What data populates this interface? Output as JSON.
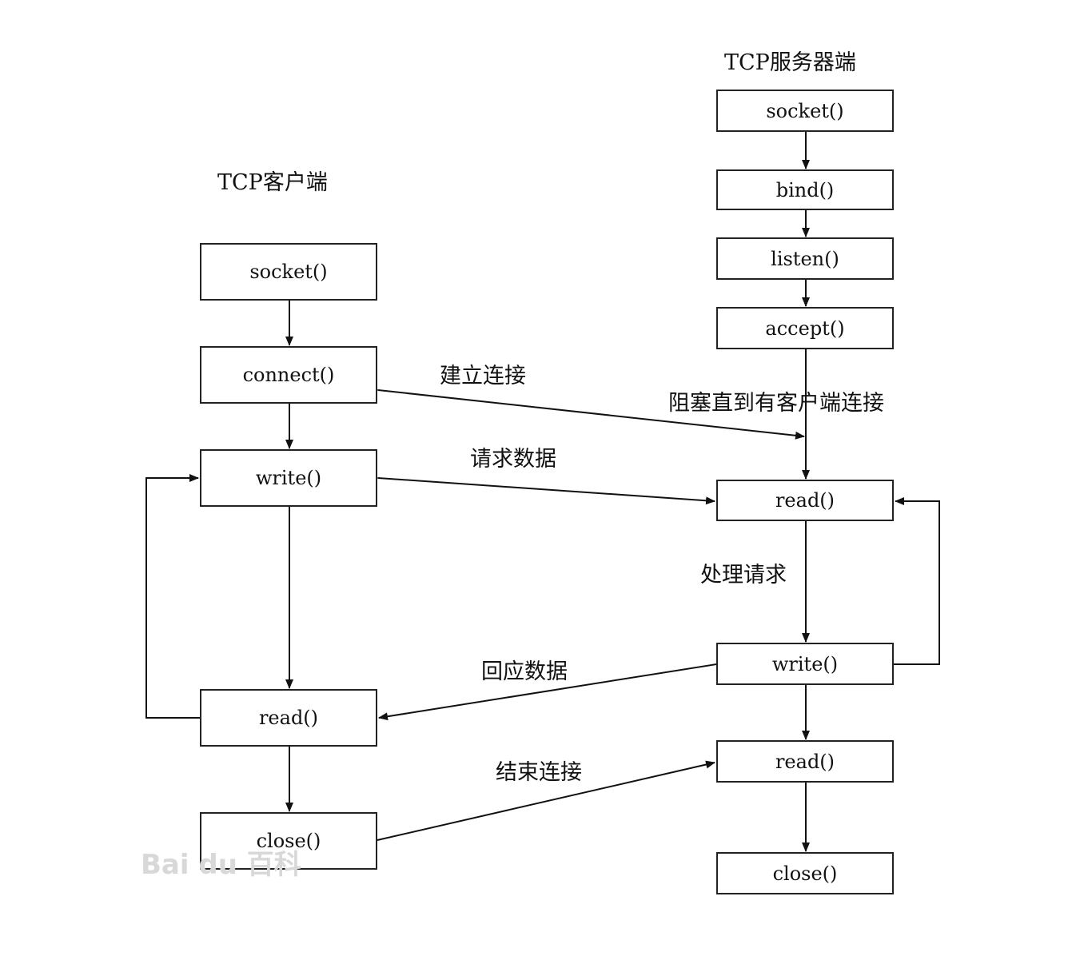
{
  "client": {
    "title": "TCP客户端",
    "boxes": {
      "socket": "socket()",
      "connect": "connect()",
      "write": "write()",
      "read": "read()",
      "close": "close()"
    }
  },
  "server": {
    "title": "TCP服务器端",
    "boxes": {
      "socket": "socket()",
      "bind": "bind()",
      "listen": "listen()",
      "accept": "accept()",
      "read1": "read()",
      "write": "write()",
      "read2": "read()",
      "close": "close()"
    }
  },
  "edges": {
    "establish": "建立连接",
    "blocked": "阻塞直到有客户端连接",
    "request": "请求数据",
    "process": "处理请求",
    "response": "回应数据",
    "end": "结束连接"
  },
  "watermark": "Bai du 百科"
}
